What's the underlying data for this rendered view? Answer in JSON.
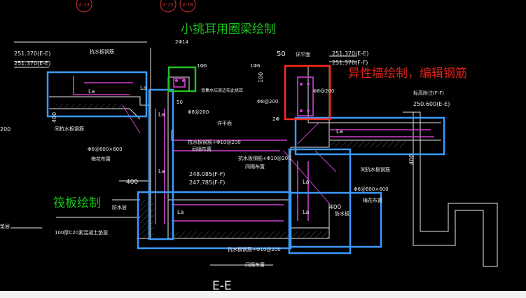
{
  "title": "E-E",
  "annotations": {
    "ring_beam": "小挑耳用圈梁绘制",
    "wall": "异性墙绘制，编辑钢筋",
    "raft": "筏板绘制"
  },
  "elevations": {
    "top_left_1": "251.370(E-E)",
    "top_left_2": "251.370(E-E)",
    "top_right_1": "251.370(E-E)",
    "top_right_2": "251.370(F-F)",
    "mid_1": "248.085(F-F)",
    "mid_2": "247.785(F-F)",
    "right_1": "标高附注(F-F)",
    "right_2": "250.600(E-E)"
  },
  "labels": {
    "rebar_a": "抗水板钢筋",
    "rebar_b": "抗水板钢筋",
    "rebar_c": "抗水板钢筋+Φ10@200",
    "rebar_d": "抗水板钢筋+Φ10@200",
    "rebar_e": "抗水板钢筋+Φ10@200",
    "rebar_f": "同抗水板钢筋",
    "rebar_g": "同抗水板钢筋",
    "spacing_a": "间隔布置",
    "spacing_b": "间隔布置",
    "spacing_c": "间隔布置",
    "tie_left": "Φ6@600×600",
    "tie_right": "Φ6@600×600",
    "layout_left": "梅花布置",
    "layout_right": "梅花布置",
    "concrete": "100厚C20素混凝土垫层",
    "waterproof": "防水层",
    "drain": "防水板",
    "note_top": "背集水坑周边布此挑耳",
    "lp_face": "详平面",
    "lp_face2": "详平面",
    "dim_400_a": "400",
    "dim_400_b": "400",
    "dim_400_c": "400",
    "dim_400_d": "400",
    "dim_200": "200",
    "dim_100": "100",
    "dim_50": "50",
    "dim_2phi14": "2Φ14",
    "dim_1phi6a": "1Φ6",
    "dim_1phi6b": "1Φ6",
    "dim_phi8_200a": "Φ8@200",
    "dim_phi8_200b": "Φ8@200",
    "dim_phi8_200c": "Φ8@200",
    "dim_2phi": "2Φ",
    "la_1": "La",
    "la_2": "La",
    "la_3": "La",
    "la_4": "La",
    "la_5": "La",
    "la_6": "La",
    "la_7": "La",
    "la_8": "La",
    "grid_1": "2-13",
    "grid_2": "2-15",
    "grid_3": "2-16",
    "left_edge": "200",
    "left_edge2": "垫层"
  },
  "colors": {
    "annotation_green": "#19c219",
    "annotation_red": "#e0231a",
    "box_blue": "#3a9bff",
    "box_green": "#22c022",
    "box_red": "#ff2a1a",
    "rebar_magenta": "#d040d0",
    "line_white": "#e8e8e8"
  }
}
